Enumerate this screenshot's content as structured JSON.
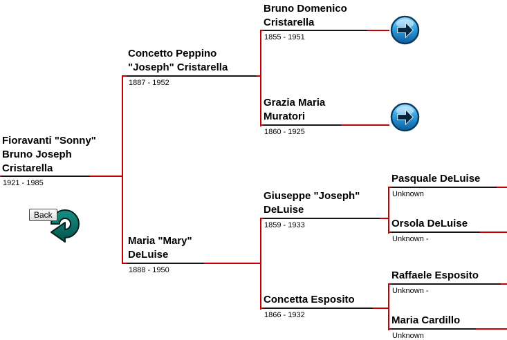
{
  "app": {
    "view": "pedigree-chart"
  },
  "colors": {
    "line_red": "#c00000",
    "underline_black": "#141414",
    "back_teal_dark": "#05524a",
    "back_teal_light": "#179186",
    "nav_blue_dark": "#0b5c9e",
    "nav_blue_light": "#9fdcff"
  },
  "back_button": {
    "label": "Back"
  },
  "nav_buttons": {
    "bruno": {
      "icon": "right-arrow-icon"
    },
    "grazia": {
      "icon": "right-arrow-icon"
    }
  },
  "people": {
    "fioravanti": {
      "name_lines": [
        "Fioravanti \"Sonny\"",
        "Bruno Joseph",
        "Cristarella"
      ],
      "dates": "1921 - 1985"
    },
    "concetto": {
      "name_lines": [
        "Concetto Peppino",
        "\"Joseph\" Cristarella"
      ],
      "dates": "1887 - 1952"
    },
    "maria_mary": {
      "name_lines": [
        "Maria \"Mary\"",
        "DeLuise"
      ],
      "dates": "1888 - 1950"
    },
    "bruno": {
      "name_lines": [
        "Bruno Domenico",
        "Cristarella"
      ],
      "dates": "1855 - 1951"
    },
    "grazia": {
      "name_lines": [
        "Grazia Maria",
        "Muratori"
      ],
      "dates": "1860 - 1925"
    },
    "giuseppe": {
      "name_lines": [
        "Giuseppe \"Joseph\"",
        "DeLuise"
      ],
      "dates": "1859 - 1933"
    },
    "concetta": {
      "name_lines": [
        "Concetta Esposito"
      ],
      "dates": "1866 - 1932"
    },
    "pasquale": {
      "name_lines": [
        "Pasquale DeLuise"
      ],
      "dates": "Unknown"
    },
    "orsola": {
      "name_lines": [
        "Orsola DeLuise"
      ],
      "dates": "Unknown -"
    },
    "raffaele": {
      "name_lines": [
        "Raffaele Esposito"
      ],
      "dates": "Unknown -"
    },
    "maria_cardillo": {
      "name_lines": [
        "Maria Cardillo"
      ],
      "dates": "Unknown"
    }
  }
}
